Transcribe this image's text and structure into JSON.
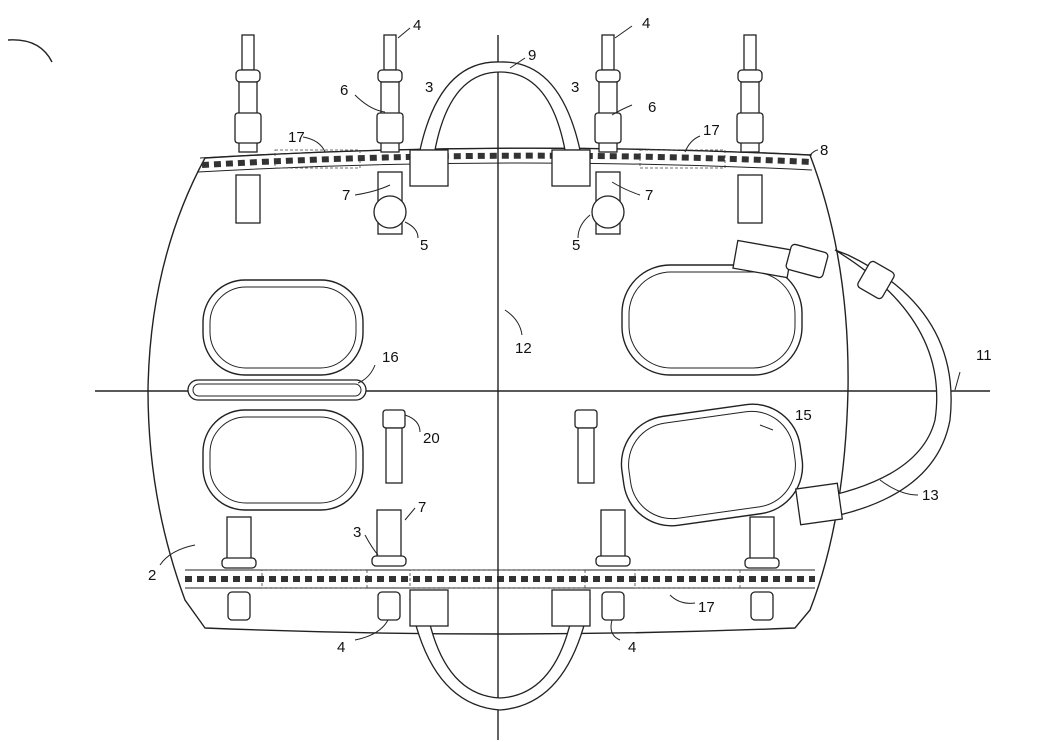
{
  "figure": {
    "labels": {
      "l4a": "4",
      "l4b": "4",
      "l9": "9",
      "l6a": "6",
      "l3a": "3",
      "l3b": "3",
      "l6b": "6",
      "l17a": "17",
      "l17b": "17",
      "l8": "8",
      "l7a": "7",
      "l7b": "7",
      "l5a": "5",
      "l5b": "5",
      "l12": "12",
      "l11": "11",
      "l16": "16",
      "l15": "15",
      "l20": "20",
      "l13": "13",
      "l7c": "7",
      "l3c": "3",
      "l2": "2",
      "l17c": "17",
      "l4c": "4",
      "l4d": "4"
    }
  }
}
